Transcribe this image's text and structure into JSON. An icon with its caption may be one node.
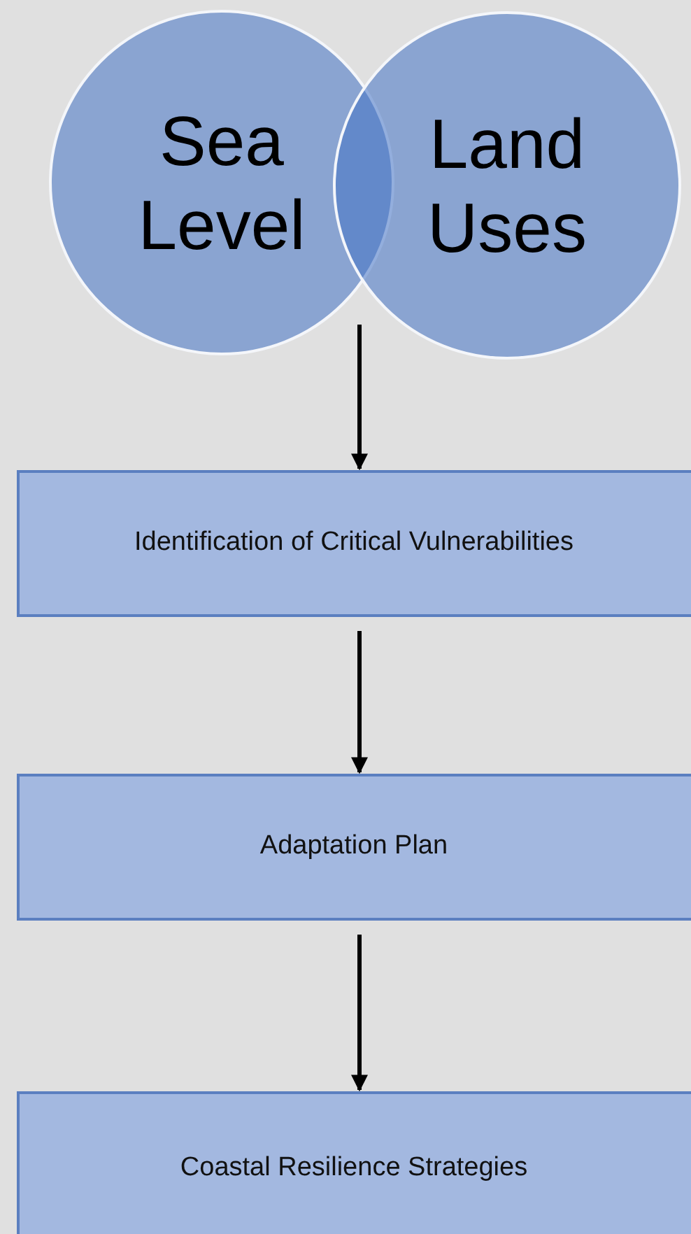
{
  "diagram": {
    "nodes": [
      {
        "text": [
          "Sea Level"
        ]
      },
      {
        "text": [
          "Land Uses"
        ]
      },
      {
        "text": [
          "Identification of Critical Vulnerabilities"
        ]
      },
      {
        "text": [
          "Adaptation Plan"
        ]
      },
      {
        "text": [
          "Coastal Resilience Strategies"
        ]
      }
    ],
    "edges": [
      {
        "from": 0,
        "to": 2,
        "arrow": "to"
      },
      {
        "from": 1,
        "to": 2,
        "arrow": "to"
      },
      {
        "from": 2,
        "to": 3,
        "arrow": "to"
      },
      {
        "from": 3,
        "to": 4,
        "arrow": "to"
      }
    ]
  }
}
